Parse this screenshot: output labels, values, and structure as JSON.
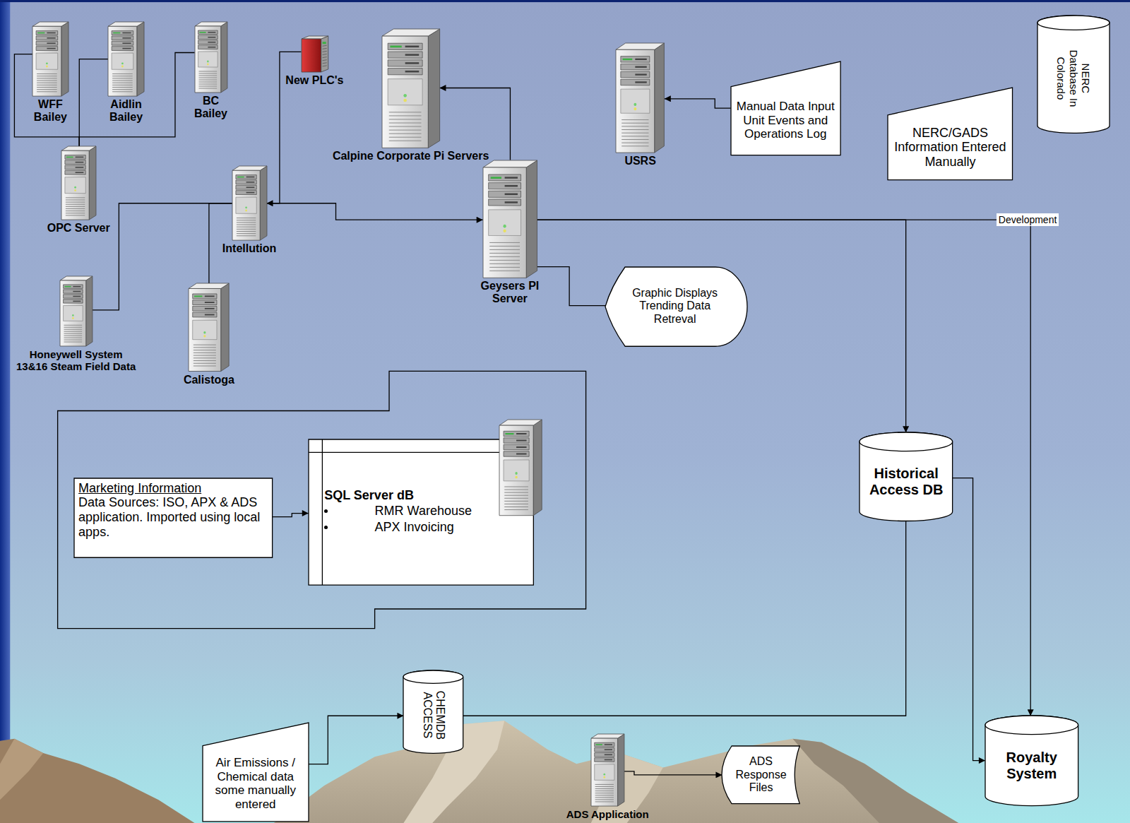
{
  "diagram": {
    "nodes": [
      {
        "text": [
          "WFF Bailey"
        ]
      },
      {
        "text": [
          "Aidlin Bailey"
        ]
      },
      {
        "text": [
          "BC Bailey"
        ]
      },
      {
        "text": [
          "New PLC's"
        ]
      },
      {
        "text": [
          "Calpine Corporate Pi Servers"
        ]
      },
      {
        "text": [
          "USRS"
        ]
      },
      {
        "text": [
          "Manual Data Input Unit Events and Operations Log"
        ]
      },
      {
        "text": [
          "NERC Database In Colorado"
        ]
      },
      {
        "text": [
          "NERC/GADS Information Entered Manually"
        ]
      },
      {
        "text": [
          "OPC Server"
        ]
      },
      {
        "text": [
          "Intellution"
        ]
      },
      {
        "text": [
          "Geysers PI Server"
        ]
      },
      {
        "text": [
          "Graphic Displays Trending Data Retreval"
        ]
      },
      {
        "text": [
          "Honeywell System 13&16 Steam Field Data"
        ]
      },
      {
        "text": [
          "Calistoga"
        ]
      },
      {
        "text": [
          "Marketing Information",
          "Data Sources: ISO, APX & ADS application. Imported using local apps."
        ]
      },
      {
        "text": [
          "SQL Server dB",
          "RMR Warehouse",
          "APX Invoicing"
        ]
      },
      {
        "text": [
          "Historical Access DB"
        ]
      },
      {
        "text": [
          "CHEMDB ACCESS"
        ]
      },
      {
        "text": [
          "Air Emissions / Chemical data some manually entered"
        ]
      },
      {
        "text": [
          "ADS Application"
        ]
      },
      {
        "text": [
          "ADS Response Files"
        ]
      },
      {
        "text": [
          "Royalty System"
        ]
      }
    ],
    "edges": [
      {
        "from": 0,
        "to": 9,
        "arrow": "none"
      },
      {
        "from": 1,
        "to": 9,
        "arrow": "none"
      },
      {
        "from": 2,
        "to": 9,
        "arrow": "none"
      },
      {
        "from": 3,
        "to": 10,
        "arrow": "to"
      },
      {
        "from": 13,
        "to": 10,
        "arrow": "none"
      },
      {
        "from": 14,
        "to": 10,
        "arrow": "none"
      },
      {
        "from": 10,
        "to": 11,
        "arrow": "to"
      },
      {
        "from": 11,
        "to": 4,
        "arrow": "to"
      },
      {
        "from": 6,
        "to": 5,
        "arrow": "to"
      },
      {
        "from": 11,
        "to": 12,
        "arrow": "none"
      },
      {
        "from": 11,
        "to": 17,
        "arrow": "to"
      },
      {
        "from": 11,
        "to": 22,
        "arrow": "to",
        "label": "Development"
      },
      {
        "from": 15,
        "to": 16,
        "arrow": "to"
      },
      {
        "from": 17,
        "to": 22,
        "arrow": "to"
      },
      {
        "from": 18,
        "to": 17,
        "arrow": "none"
      },
      {
        "from": 19,
        "to": 18,
        "arrow": "to"
      },
      {
        "from": 20,
        "to": 21,
        "arrow": "to"
      }
    ]
  }
}
